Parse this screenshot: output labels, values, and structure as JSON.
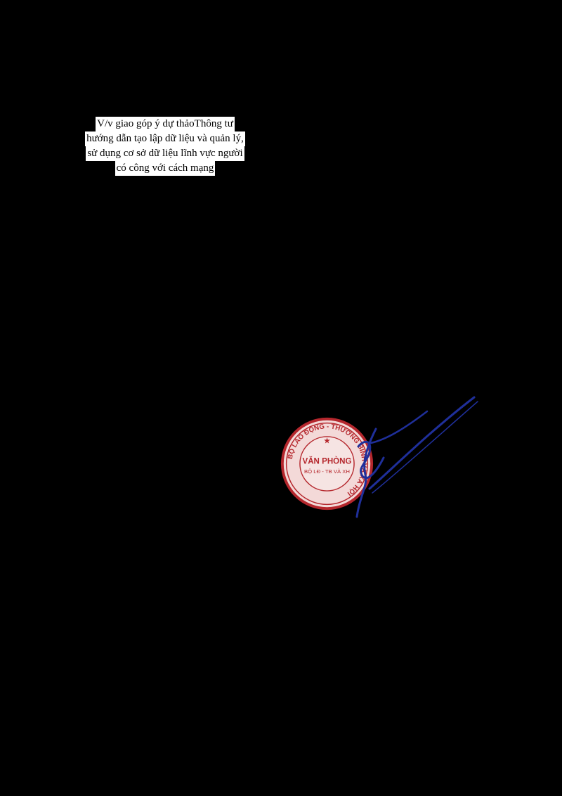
{
  "document": {
    "subject_lines": [
      "V/v giao góp ý dự thảoThông tư",
      "hướng dẫn tạo lập dữ liệu và quản lý,",
      "sử dụng cơ sở dữ liệu lĩnh vực người",
      "có công với cách mạng"
    ]
  },
  "seal": {
    "outer_text": "BỘ LAO ĐỘNG - THƯƠNG BINH VÀ XÃ HỘI",
    "center_text": "VĂN PHÒNG",
    "center_subtext": "BỘ LĐ - TB VÀ XH",
    "color": "#b5272d"
  },
  "signature": {
    "color": "#1f2f9a"
  }
}
